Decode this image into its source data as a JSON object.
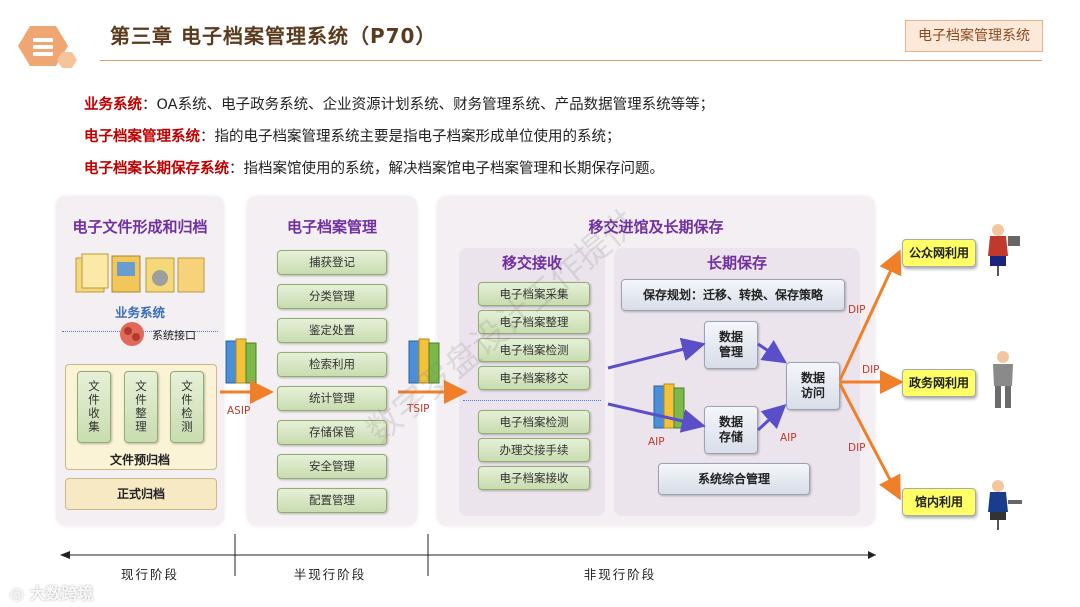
{
  "header": {
    "title": "第三章  电子档案管理系统（P70）",
    "tag": "电子档案管理系统"
  },
  "intro": [
    {
      "term": "业务系统",
      "text": "：OA系统、电子政务系统、企业资源计划系统、财务管理系统、产品数据管理系统等等；"
    },
    {
      "term": "电子档案管理系统",
      "text": "：指的电子档案管理系统主要是指电子档案形成单位使用的系统；"
    },
    {
      "term": "电子档案长期保存系统",
      "text": "：指档案馆使用的系统，解决档案馆电子档案管理和长期保存问题。"
    }
  ],
  "panel1": {
    "title": "电子文件形成和归档",
    "business_system": "业务系统",
    "interface": "系统接口",
    "files": [
      "文件收集",
      "文件整理",
      "文件检测"
    ],
    "prearchive": "文件预归档",
    "formal": "正式归档"
  },
  "panel2": {
    "title": "电子档案管理",
    "items": [
      "捕获登记",
      "分类管理",
      "鉴定处置",
      "检索利用",
      "统计管理",
      "存储保管",
      "安全管理",
      "配置管理"
    ]
  },
  "panel3": {
    "title": "移交进馆及长期保存",
    "transfer": {
      "title": "移交接收",
      "group1": [
        "电子档案采集",
        "电子档案整理",
        "电子档案检测",
        "电子档案移交"
      ],
      "group2": [
        "电子档案检测",
        "办理交接手续",
        "电子档案接收"
      ]
    },
    "preserve": {
      "title": "长期保存",
      "plan": "保存规划：迁移、转换、保存策略",
      "data_manage": "数据管理",
      "data_store": "数据存储",
      "data_access": "数据访问",
      "system_manage": "系统综合管理"
    }
  },
  "labels": {
    "asip": "ASIP",
    "tsip": "TSIP",
    "aip1": "AIP",
    "aip2": "AIP",
    "dip1": "DIP",
    "dip2": "DIP",
    "dip3": "DIP"
  },
  "outputs": [
    "公众网利用",
    "政务网利用",
    "馆内利用"
  ],
  "stages": [
    "现行阶段",
    "半现行阶段",
    "非现行阶段"
  ],
  "watermark": "数字罗盘设计工作提供",
  "logo": "大数跨境"
}
